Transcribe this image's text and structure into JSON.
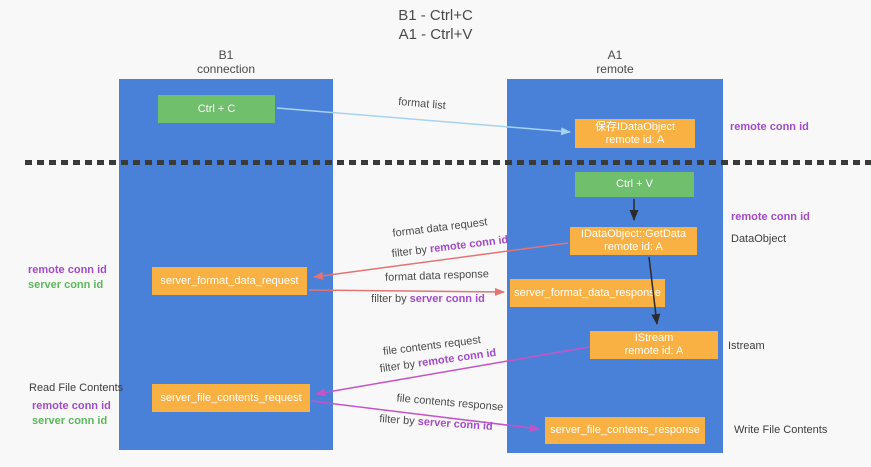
{
  "title": {
    "line1": "B1 - Ctrl+C",
    "line2": "A1 - Ctrl+V"
  },
  "lanes": {
    "left": {
      "title": "B1",
      "subtitle": "connection"
    },
    "right": {
      "title": "A1",
      "subtitle": "remote"
    }
  },
  "nodes": {
    "ctrl_c": {
      "label": "Ctrl + C"
    },
    "ctrl_v": {
      "label": "Ctrl + V"
    },
    "save_idataobject": {
      "line1": "保存IDataObject",
      "line2": "remote id: A"
    },
    "idataobject_getdata": {
      "line1": "IDataObject::GetData",
      "line2": "remote id: A"
    },
    "istream": {
      "line1": "IStream",
      "line2": "remote id: A"
    },
    "server_format_data_request": {
      "label": "server_format_data_request"
    },
    "server_format_data_response": {
      "label": "server_format_data_response"
    },
    "server_file_contents_request": {
      "label": "server_file_contents_request"
    },
    "server_file_contents_response": {
      "label": "server_file_contents_response"
    }
  },
  "edge_labels": {
    "format_list": "format list",
    "format_data_request": "format data request",
    "format_data_response": "format data response",
    "file_contents_request": "file contents request",
    "file_contents_response": "file contents response",
    "filter_by": "filter by ",
    "remote_conn_id": "remote conn id",
    "server_conn_id": "server conn id"
  },
  "annotations": {
    "top_right_remote_conn_id": "remote conn id",
    "mid_right_remote_conn_id": "remote conn id",
    "dataobject": "DataObject",
    "istream": "Istream",
    "write_file_contents": "Write File Contents",
    "left_remote_conn_id": "remote conn id",
    "left_server_conn_id": "server conn id",
    "read_file_contents": "Read File Contents",
    "left2_remote_conn_id": "remote conn id",
    "left2_server_conn_id": "server conn id"
  },
  "colors": {
    "lane_blue": "#4a81d8",
    "box_green": "#6fbf6d",
    "box_orange": "#f9b143",
    "arrow_lightblue": "#a6d3f2",
    "arrow_red": "#e57373",
    "arrow_magenta": "#c653c6",
    "arrow_black": "#2b2b2b",
    "text_purple": "#a44bc8",
    "text_green": "#5cb85c",
    "text_dark": "#3c3c3c"
  }
}
